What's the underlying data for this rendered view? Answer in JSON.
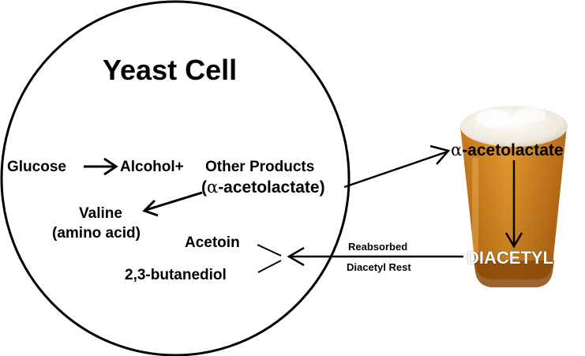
{
  "diagram": {
    "title": "Yeast Cell",
    "glucose": "Glucose",
    "alcohol": "Alcohol+",
    "other_products": "Other Products",
    "alpha_symbol": "α",
    "acetolactate_paren": "-acetolactate)",
    "open_paren": "(",
    "valine": "Valine",
    "amino_acid": "(amino acid)",
    "acetoin": "Acetoin",
    "butanediol": "2,3-butanediol",
    "reabsorbed": "Reabsorbed",
    "diacetyl_rest": "Diacetyl Rest",
    "acetolactate_out": "-acetolactate",
    "diacetyl": "DIACETYL"
  },
  "colors": {
    "beer_top": "#d98a1e",
    "beer_bottom": "#a85a0e",
    "foam": "#f2efe6",
    "stroke": "#000000"
  }
}
